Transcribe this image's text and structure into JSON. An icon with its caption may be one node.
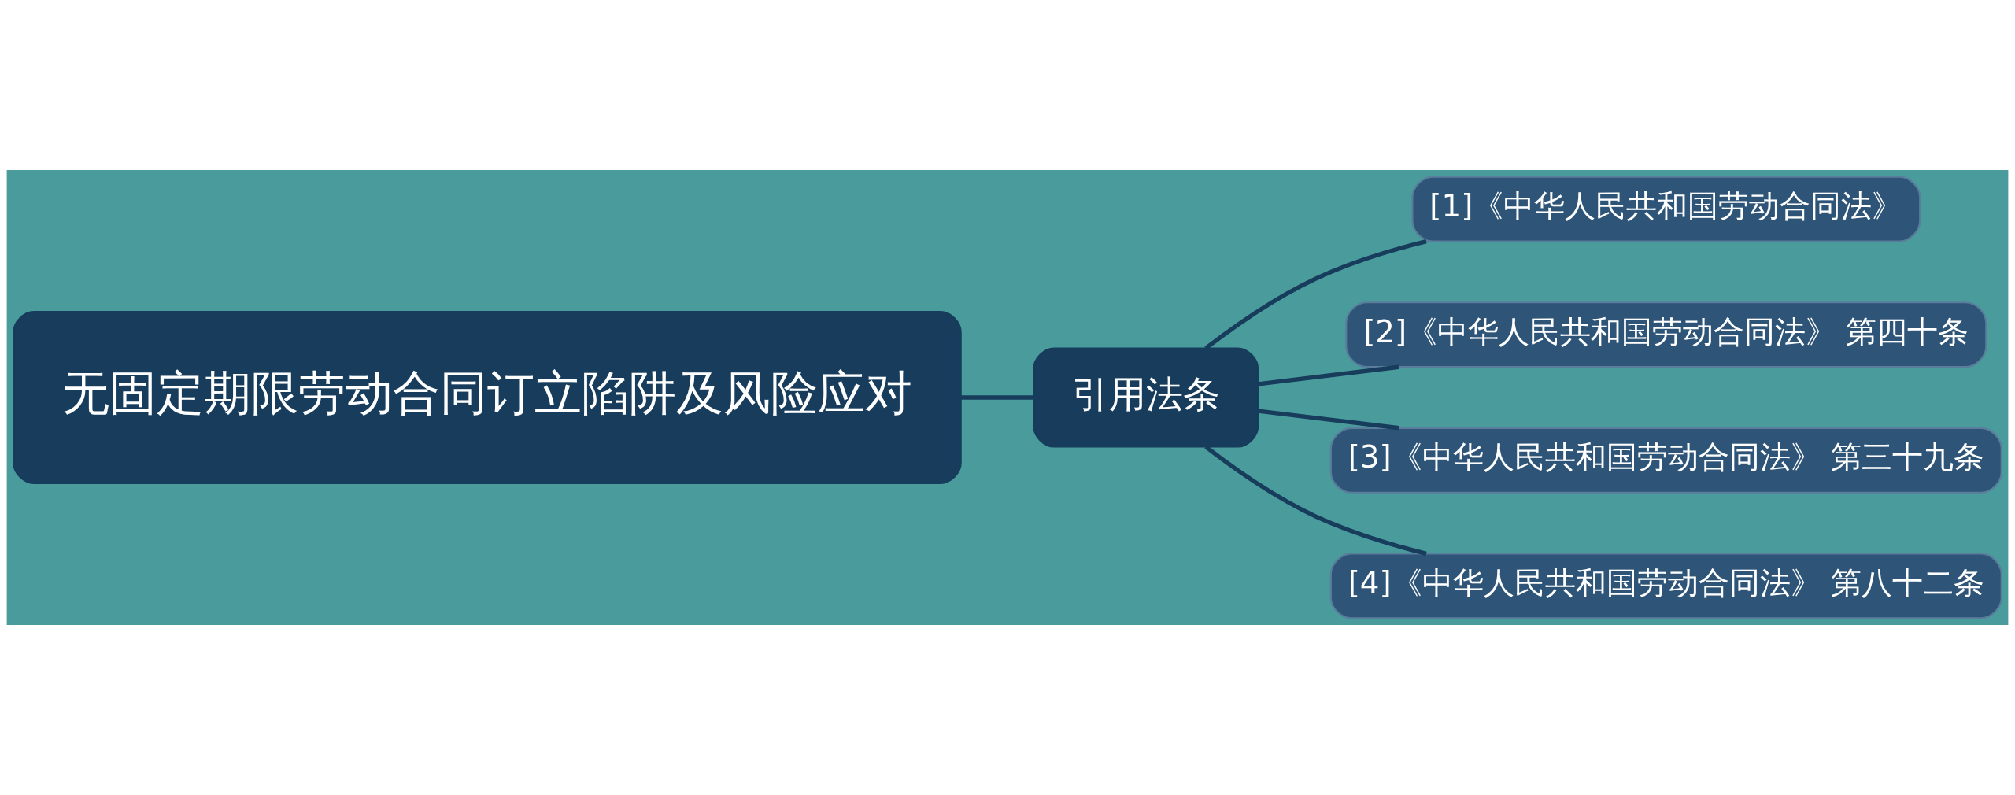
{
  "diagram": {
    "nodes": [
      {
        "text": [
          "无固定期限劳动合同订立陷阱及风险应对"
        ]
      },
      {
        "text": [
          "引用法条"
        ]
      },
      {
        "text": [
          "[1]《中华人民共和国劳动合同法》"
        ]
      },
      {
        "text": [
          "[2]《中华人民共和国劳动合同法》 第四十条"
        ]
      },
      {
        "text": [
          "[3]《中华人民共和国劳动合同法》 第三十九条"
        ]
      },
      {
        "text": [
          "[4]《中华人民共和国劳动合同法》 第八十二条"
        ]
      }
    ],
    "edges": [
      {
        "from": 0,
        "to": 1,
        "arrow": "none"
      },
      {
        "from": 1,
        "to": 2,
        "arrow": "none"
      },
      {
        "from": 1,
        "to": 3,
        "arrow": "none"
      },
      {
        "from": 1,
        "to": 4,
        "arrow": "none"
      },
      {
        "from": 1,
        "to": 5,
        "arrow": "none"
      }
    ]
  }
}
